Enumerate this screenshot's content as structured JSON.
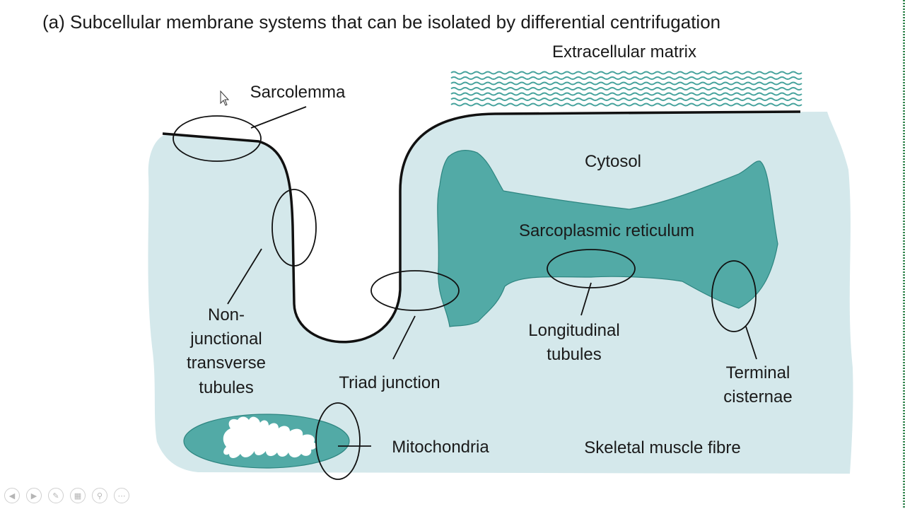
{
  "title": "(a)  Subcellular membrane systems that can be isolated by differential centrifugation",
  "labels": {
    "extracellular_matrix": "Extracellular matrix",
    "sarcolemma": "Sarcolemma",
    "cytosol": "Cytosol",
    "sarcoplasmic_reticulum": "Sarcoplasmic reticulum",
    "nonjunctional_t_tubules": [
      "Non-",
      "junctional",
      "transverse",
      "tubules"
    ],
    "triad_junction": "Triad junction",
    "longitudinal_tubules": [
      "Longitudinal",
      "tubules"
    ],
    "terminal_cisternae": [
      "Terminal",
      "cisternae"
    ],
    "mitochondria": "Mitochondria",
    "skeletal_muscle_fibre": "Skeletal muscle fibre"
  },
  "colors": {
    "cell_fill": "#d4e8eb",
    "reticulum_fill": "#52aaa6",
    "reticulum_stroke": "#2d8580",
    "matrix_wave": "#45a29c",
    "membrane": "#111111"
  },
  "nav_icons": [
    "prev-icon",
    "next-icon",
    "pen-icon",
    "slides-icon",
    "zoom-icon",
    "more-icon"
  ]
}
